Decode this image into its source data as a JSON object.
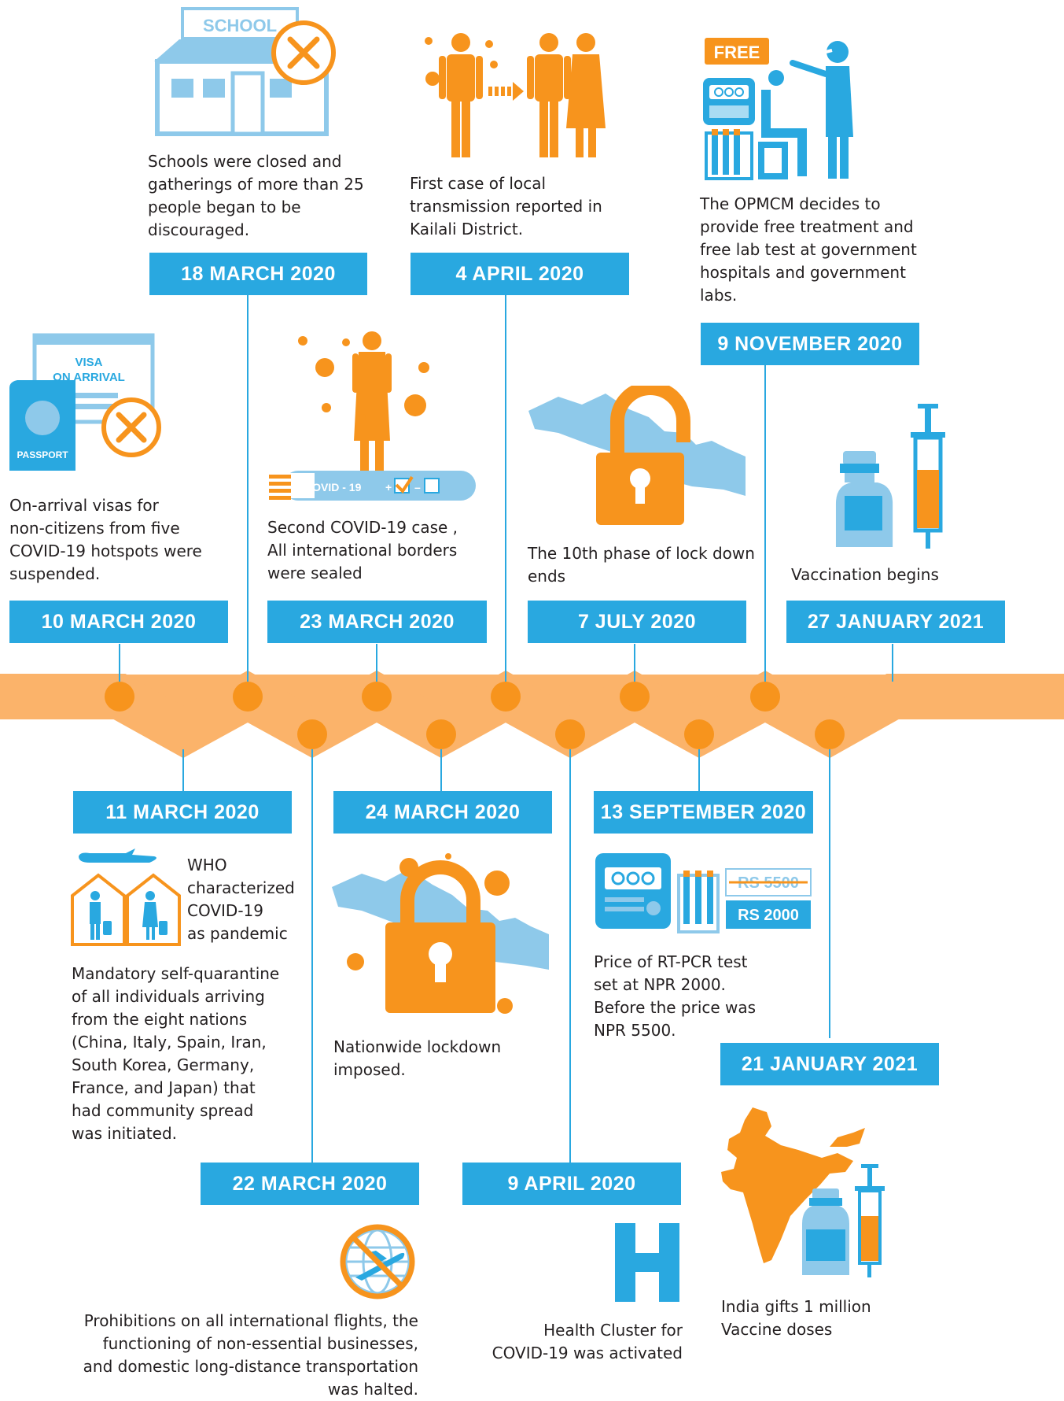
{
  "colors": {
    "blue": "#29a8e0",
    "orange": "#f7941d",
    "band": "#fbb36a",
    "light_blue": "#8ec9ea"
  },
  "events": [
    {
      "id": "10mar",
      "date": "10 MARCH 2020",
      "lines": [
        "On-arrival visas for",
        "non-citizens from five",
        "COVID-19 hotspots were",
        "suspended."
      ],
      "icon": "visa-on-arrival-icon",
      "icon_text": {
        "visa": "VISA",
        "on_arrival": "ON ARRIVAL",
        "passport": "PASSPORT"
      }
    },
    {
      "id": "11mar",
      "date": "11 MARCH 2020",
      "who_lines": [
        "WHO",
        "characterized",
        "COVID-19",
        "as pandemic"
      ],
      "lines": [
        "Mandatory self-quarantine",
        "of all individuals arriving",
        "from the eight nations",
        "(China, Italy, Spain, Iran,",
        "South Korea, Germany,",
        "France, and Japan) that",
        "had community spread",
        "was initiated."
      ],
      "icon": "quarantine-houses-icon"
    },
    {
      "id": "18mar",
      "date": "18 MARCH 2020",
      "lines": [
        "Schools were closed and",
        "gatherings of more than 25",
        "people began to be",
        "discouraged."
      ],
      "icon": "school-closed-icon",
      "icon_text": {
        "school": "SCHOOL"
      }
    },
    {
      "id": "22mar",
      "date": "22 MARCH 2020",
      "lines": [
        "Prohibitions on all international flights, the",
        "functioning of non-essential businesses,",
        "and domestic long-distance transportation",
        "was halted."
      ],
      "icon": "no-flights-icon"
    },
    {
      "id": "23mar",
      "date": "23 MARCH 2020",
      "lines": [
        "Second COVID-19 case ,",
        "All international borders",
        "were sealed"
      ],
      "icon": "covid-test-icon",
      "icon_text": {
        "test": "COVID - 19"
      }
    },
    {
      "id": "24mar",
      "date": "24 MARCH 2020",
      "lines": [
        "Nationwide lockdown",
        "imposed."
      ],
      "icon": "lockdown-lock-icon"
    },
    {
      "id": "4apr",
      "date": "4 APRIL 2020",
      "lines": [
        "First case of local",
        "transmission reported in",
        "Kailali District."
      ],
      "icon": "local-transmission-icon"
    },
    {
      "id": "9apr",
      "date": "9 APRIL 2020",
      "lines": [
        "Health Cluster for",
        "COVID-19 was activated"
      ],
      "icon": "hospital-h-icon"
    },
    {
      "id": "7jul",
      "date": "7 JULY 2020",
      "lines": [
        "The 10th phase of lock down",
        "ends"
      ],
      "icon": "unlocked-lock-icon"
    },
    {
      "id": "13sep",
      "date": "13 SEPTEMBER 2020",
      "lines": [
        "Price of RT-PCR test",
        "set at NPR 2000.",
        "Before the price was",
        "NPR 5500."
      ],
      "icon": "pcr-machine-icon",
      "icon_text": {
        "old_price": "RS 5500",
        "new_price": "RS 2000"
      }
    },
    {
      "id": "9nov",
      "date": "9 NOVEMBER 2020",
      "lines": [
        "The OPMCM decides to",
        "provide free treatment and",
        "free lab test at government",
        "hospitals and government",
        "labs."
      ],
      "icon": "free-test-icon",
      "icon_text": {
        "free": "FREE"
      }
    },
    {
      "id": "21jan",
      "date": "21 JANUARY 2021",
      "lines": [
        "India gifts 1 million",
        "Vaccine doses"
      ],
      "icon": "india-vaccine-icon"
    },
    {
      "id": "27jan",
      "date": "27 JANUARY 2021",
      "lines": [
        "Vaccination begins"
      ],
      "icon": "vaccine-icon"
    }
  ]
}
